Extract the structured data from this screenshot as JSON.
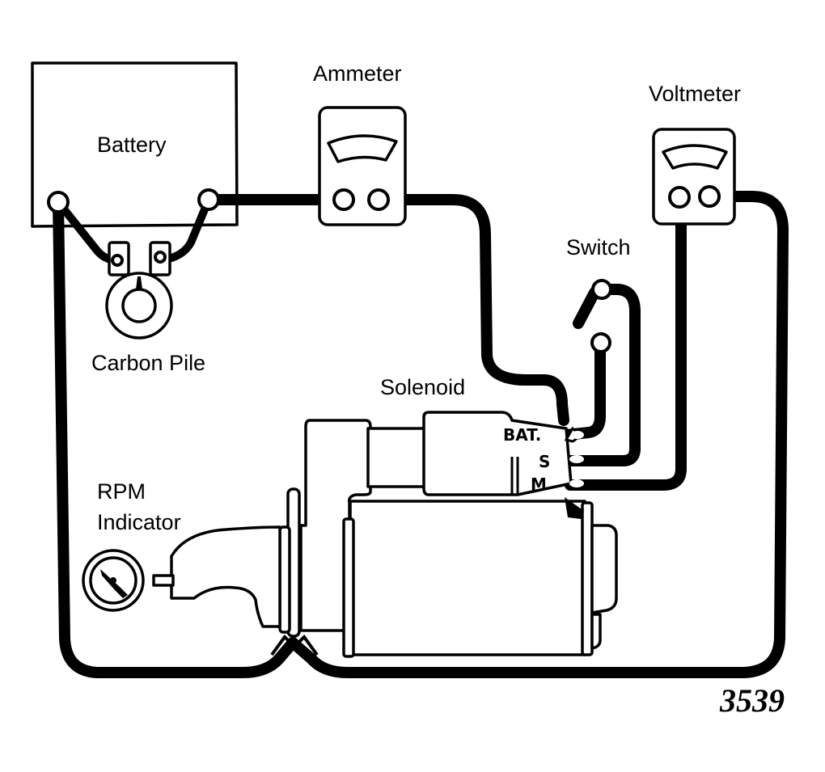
{
  "diagram": {
    "title": "Starter current draw test hookup",
    "figure_number": "3539",
    "components": {
      "battery": {
        "label": "Battery"
      },
      "carbon_pile": {
        "label": "Carbon Pile"
      },
      "ammeter": {
        "label": "Ammeter"
      },
      "voltmeter": {
        "label": "Voltmeter"
      },
      "switch": {
        "label": "Switch"
      },
      "solenoid": {
        "label": "Solenoid"
      },
      "rpm_indicator": {
        "label_line1": "RPM",
        "label_line2": "Indicator"
      }
    },
    "solenoid_terminals": [
      {
        "id": "bat",
        "label": "BAT."
      },
      {
        "id": "s",
        "label": "S"
      },
      {
        "id": "m",
        "label": "M"
      }
    ],
    "connections": [
      {
        "from": "battery-negative",
        "to": "carbon-pile-terminal-left"
      },
      {
        "from": "battery-positive",
        "to": "carbon-pile-terminal-right"
      },
      {
        "from": "battery-positive",
        "to": "ammeter-left-post"
      },
      {
        "from": "ammeter-right-post",
        "to": "solenoid-bat-terminal"
      },
      {
        "from": "solenoid-bat-terminal",
        "to": "switch-lower-post"
      },
      {
        "from": "switch-upper-post",
        "to": "solenoid-s-terminal"
      },
      {
        "from": "voltmeter-left-post",
        "to": "solenoid-m-terminal"
      },
      {
        "from": "voltmeter-right-post",
        "to": "starter-ground"
      },
      {
        "from": "battery-negative",
        "to": "starter-ground"
      }
    ]
  }
}
